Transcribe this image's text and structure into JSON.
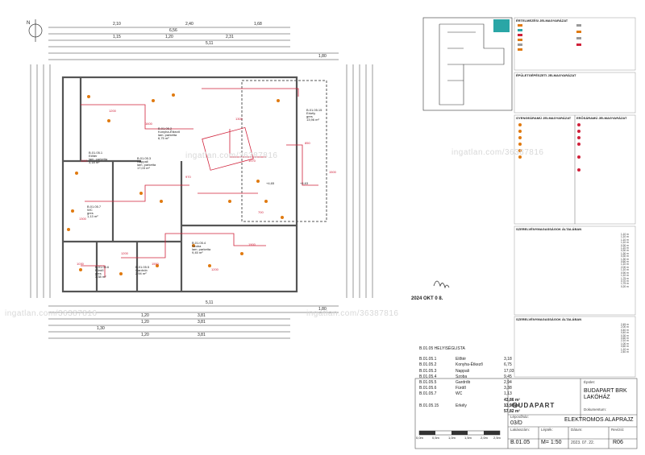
{
  "watermark": "ingatlan.com/36387816",
  "stamp_date": "2024 OKT 0 8.",
  "rooms": [
    {
      "id": "B.01.05.1",
      "name": "Előtér",
      "floor": "lam. parketta",
      "area": "3,18 m²"
    },
    {
      "id": "B.01.05.2",
      "name": "Konyha-Étkező",
      "floor": "lam. parketta",
      "area": "6,75 m²"
    },
    {
      "id": "B.01.05.3",
      "name": "Nappali",
      "floor": "lam. parketta",
      "area": "17,03 m²"
    },
    {
      "id": "B.01.05.4",
      "name": "Szoba",
      "floor": "lam. parketta",
      "area": "9,45 m²"
    },
    {
      "id": "B.01.05.5",
      "name": "Gardrób",
      "floor": "",
      "area": "2,94 m²"
    },
    {
      "id": "B.01.05.6",
      "name": "Fürdő",
      "floor": "gres",
      "area": "3,38 m²"
    },
    {
      "id": "B.01.05.7",
      "name": "WC",
      "floor": "gres",
      "area": "1,13 m²"
    },
    {
      "id": "B.01.05.15",
      "name": "Erkély",
      "floor": "gres",
      "area": "13,96 m²"
    }
  ],
  "room_list": {
    "title": "B.01.05 HELYISÉGLISTA",
    "rows": [
      {
        "id": "B.01.05.1",
        "name": "Előtér",
        "area": "3,18"
      },
      {
        "id": "B.01.05.2",
        "name": "Konyha-Étkező",
        "area": "6,75"
      },
      {
        "id": "B.01.05.3",
        "name": "Nappali",
        "area": "17,03"
      },
      {
        "id": "B.01.05.4",
        "name": "Szoba",
        "area": "9,45"
      },
      {
        "id": "B.01.05.5",
        "name": "Gardrób",
        "area": "2,94"
      },
      {
        "id": "B.01.05.6",
        "name": "Fürdő",
        "area": "3,38"
      },
      {
        "id": "B.01.05.7",
        "name": "WC",
        "area": "1,13"
      }
    ],
    "subtotal": "43,86 m²",
    "balcony": {
      "id": "B.01.05.15",
      "name": "Erkély",
      "area": "13,96"
    },
    "balcony_total": "13,96 m²",
    "grand_total": "57,82 m²"
  },
  "top_dims": [
    "2,10",
    "2,40",
    "1,68",
    "6,56",
    "1,15",
    "1,20",
    "2,31",
    "5,11",
    "1,80"
  ],
  "bottom_dims": [
    "5,11",
    "1,80",
    "1,20",
    "3,81",
    "1,20",
    "3,81",
    "1,30",
    "1,20",
    "3,81"
  ],
  "red_labels": [
    "1970",
    "1200",
    "1600",
    "850",
    "1500",
    "1200",
    "1900",
    "1300",
    "1030",
    "1550",
    "1200",
    "1160",
    "1300",
    "970",
    "700"
  ],
  "plan_annotations": [
    "+4,65",
    "+4,63"
  ],
  "legend": {
    "sections": [
      "ÉRTELMEZÉSI JELMAGYARÁZAT",
      "ÉPÜLETGÉPÉSZETI JELMAGYARÁZAT",
      "GYENGEÁRAMÚ JELMAGYARÁZAT",
      "ERŐSÁRAMÚ JELMAGYARÁZAT",
      "SZERELVÉNYMAGASSÁGOK ÁLTALÁBAN",
      "SZERELVÉNYMAGASSÁGOK ÁLTALÁBAN"
    ],
    "heights": [
      "1,10 m",
      "1,10 m",
      "1,10 m",
      "1,10 m",
      "0,30 m",
      "1,10 m",
      "0,30 m",
      "1,30 m",
      "0,30 m",
      "1,30 m",
      "0,60 m",
      "1,10 m",
      "2,00 m",
      "1,10 m",
      "0,90 m",
      "1,10 m",
      "1,75 m",
      "0,70 m",
      "1,75 m",
      "0,20 m",
      "2,45 m",
      "2,00 m",
      "0,40 m",
      "0,40 m",
      "0,30 m",
      "0,60 m",
      "2,10 m",
      "1,00 m",
      "0,60 m",
      "1,10 m",
      "2,40 m"
    ]
  },
  "title_block": {
    "logo": "BUDAPART",
    "project_label": "Épület:",
    "project": "BUDAPART BRK LAKÓHÁZ",
    "doc_label": "Dokumentum:",
    "doc": "ELEKTROMOS ALAPRAJZ",
    "level_label": "Lépcsőház:",
    "level": "03/D",
    "unit_label": "Lakásszám:",
    "unit": "B.01.05",
    "scale_label": "Lépték:",
    "scale": "M= 1:50",
    "date_label": "Dátum:",
    "date": "2023. 07. 22.",
    "rev_label": "Revízió:",
    "rev": "R06"
  },
  "scale_bar": [
    "0,0m",
    "0,5m",
    "1,0m",
    "1,5m",
    "2,0m",
    "2,5m"
  ],
  "north_label": "N",
  "colors": {
    "wall": "#555555",
    "red": "#d0213a",
    "orange": "#e07a10",
    "dim": "#333333",
    "grid": "#bbbbbb",
    "teal": "#2aa6a6"
  }
}
